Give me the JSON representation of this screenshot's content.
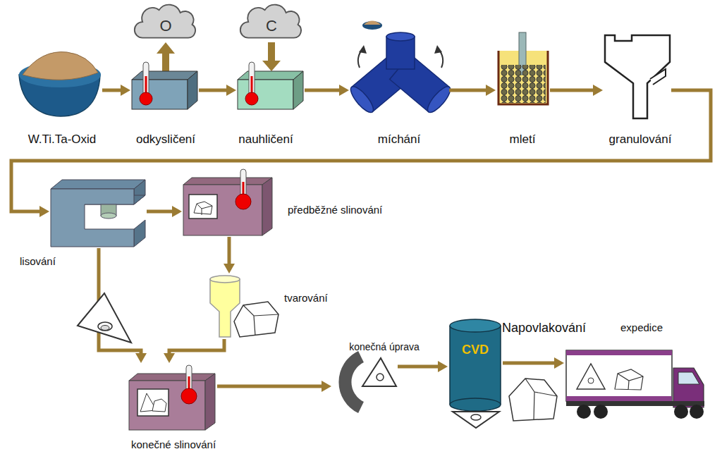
{
  "diagram": {
    "nodes": [
      {
        "text": [
          "W.Ti.Ta-Oxid"
        ]
      },
      {
        "text": [
          "odkysličení"
        ]
      },
      {
        "text": [
          "nauhličení"
        ]
      },
      {
        "text": [
          "míchání"
        ]
      },
      {
        "text": [
          "mletí"
        ]
      },
      {
        "text": [
          "granulování"
        ]
      },
      {
        "text": [
          "lisování"
        ]
      },
      {
        "text": [
          "předběžné slinování"
        ]
      },
      {
        "text": [
          "tvarování"
        ]
      },
      {
        "text": [
          "konečné slinování"
        ]
      },
      {
        "text": [
          "konečná úprava"
        ]
      },
      {
        "text": [
          "Napovlakování"
        ]
      },
      {
        "text": [
          "expedice"
        ]
      }
    ],
    "edges": [
      {
        "from": 0,
        "to": 1,
        "arrow": "to"
      },
      {
        "from": 1,
        "to": 2,
        "arrow": "to"
      },
      {
        "from": 2,
        "to": 3,
        "arrow": "to"
      },
      {
        "from": 3,
        "to": 4,
        "arrow": "to"
      },
      {
        "from": 4,
        "to": 5,
        "arrow": "to"
      },
      {
        "from": 5,
        "to": 6,
        "arrow": "to"
      },
      {
        "from": 6,
        "to": 7,
        "arrow": "to"
      },
      {
        "from": 7,
        "to": 8,
        "arrow": "to"
      },
      {
        "from": 8,
        "to": 9,
        "arrow": "to"
      },
      {
        "from": 6,
        "to": 9,
        "arrow": "to"
      },
      {
        "from": 9,
        "to": 10,
        "arrow": "to"
      },
      {
        "from": 10,
        "to": 11,
        "arrow": "to"
      },
      {
        "from": 11,
        "to": 12,
        "arrow": "to"
      }
    ],
    "labels": [
      "O",
      "C",
      "CVD"
    ]
  }
}
